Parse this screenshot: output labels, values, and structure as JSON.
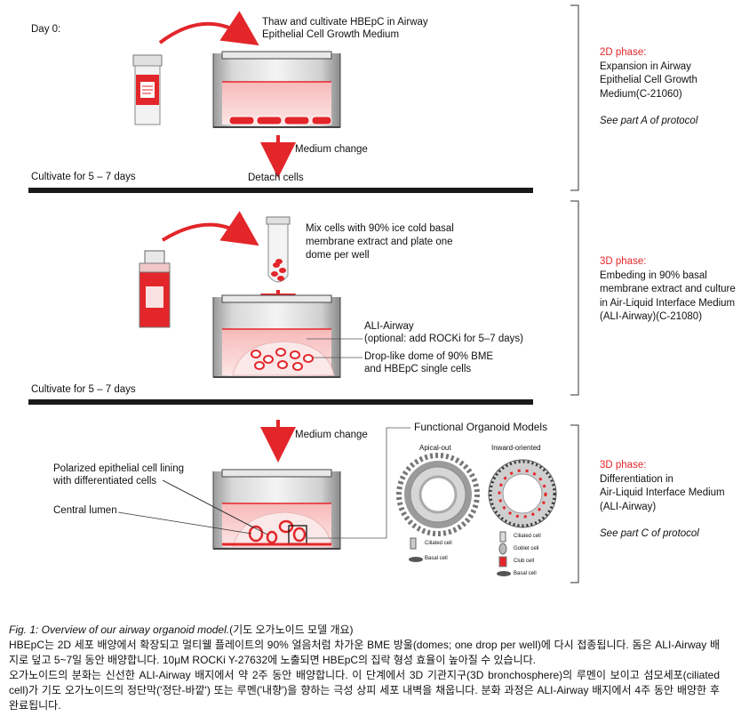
{
  "colors": {
    "accent_red": "#e3262a",
    "bracket": "#333333",
    "divider": "#1a1a1a"
  },
  "stage1": {
    "day_label": "Day 0:",
    "thaw_text_1": "Thaw and cultivate HBEpC in Airway",
    "thaw_text_2": "Epithelial Cell Growth Medium",
    "medium_change": "Medium change",
    "cultivate": "Cultivate for 5 – 7 days",
    "detach": "Detach cells",
    "phase_title": "2D phase:",
    "phase_lines": [
      "Expansion in Airway",
      "Epithelial Cell Growth",
      "Medium(C-21060)"
    ],
    "see_part": "See part A of protocol"
  },
  "stage2": {
    "mix_lines": [
      "Mix cells with 90% ice cold basal",
      "membrane extract and plate one",
      "dome per well"
    ],
    "ali_label": "ALI-Airway",
    "ali_optional": "(optional: add ROCKi for 5–7 days)",
    "dome_1": "Drop-like dome of 90% BME",
    "dome_2": "and HBEpC single cells",
    "cultivate": "Cultivate for 5 – 7 days",
    "phase_title": "3D phase:",
    "phase_lines": [
      "Embeding in 90% basal",
      "membrane extract and culture",
      "in Air-Liquid Interface Medium",
      "(ALI-Airway)(C-21080)"
    ]
  },
  "stage3": {
    "medium_change": "Medium change",
    "polarized_1": "Polarized epithelial cell lining",
    "polarized_2": "with differentiated cells",
    "central_lumen": "Central lumen",
    "models_title": "Functional Organoid Models",
    "apical_out": "Apical-out",
    "inward": "Inward-oriented",
    "legend_left": [
      "Ciliated cell",
      "Basal cell"
    ],
    "legend_right": [
      "Ciliated cell",
      "Goblet cell",
      "Club cell",
      "Basal cell"
    ],
    "phase_title": "3D phase:",
    "phase_lines": [
      "Differentiation in",
      "Air-Liquid Interface Medium",
      "(ALI-Airway)"
    ],
    "see_part": "See part C of protocol"
  },
  "caption": {
    "fig_title": "Fig. 1: Overview of our airway organoid model.",
    "fig_title_ko": "(기도 오가노이드 모델 개요)",
    "para1": "HBEpC는 2D 세포 배양에서 확장되고 멀티웰 플레이트의 90% 얼음처럼 차가운 BME 방울(domes; one drop per well)에 다시 접종됩니다. 돔은 ALI-Airway 배지로 덮고 5~7일 동안 배양합니다. 10μM ROCKi Y-27632에 노출되면 HBEpC의 집락 형성 효율이 높아질 수 있습니다.",
    "para2": "오가노이드의 분화는 신선한 ALI-Airway 배지에서 약 2주 동안 배양합니다. 이 단계에서 3D 기관지구(3D bronchosphere)의 루멘이 보이고 섬모세포(ciliated cell)가 기도 오가노이드의 정단막('정단-바깥') 또는 루멘('내향')을 향하는 극성 상피 세포 내벽을 채웁니다. 분화 과정은 ALI-Airway 배지에서 4주 동안 배양한 후 완료됩니다."
  }
}
